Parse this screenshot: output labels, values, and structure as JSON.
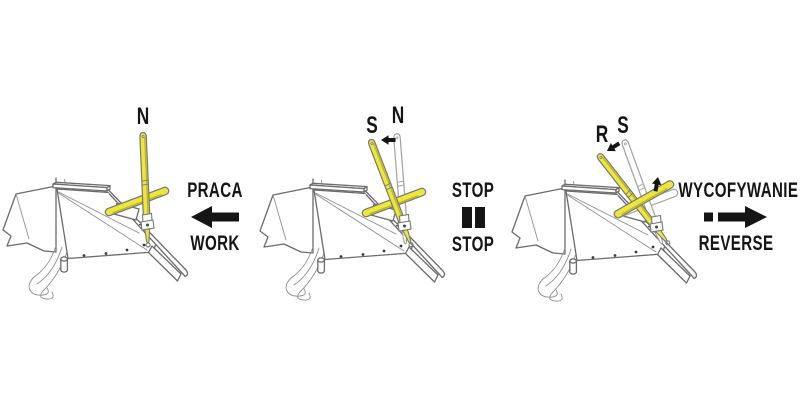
{
  "panels": [
    {
      "id": "work",
      "lever_positions": [
        {
          "label": "N",
          "state": "engaged"
        }
      ],
      "caption": {
        "top": "PRACA",
        "bottom": "WORK"
      },
      "direction_icon": "arrow-left"
    },
    {
      "id": "stop",
      "lever_positions": [
        {
          "label": "S",
          "state": "engaged"
        },
        {
          "label": "N",
          "state": "previous"
        }
      ],
      "caption": {
        "top": "STOP",
        "bottom": "STOP"
      },
      "direction_icon": "pause"
    },
    {
      "id": "reverse",
      "lever_positions": [
        {
          "label": "R",
          "state": "engaged"
        },
        {
          "label": "S",
          "state": "previous"
        }
      ],
      "caption": {
        "top": "WYCOFYWANIE",
        "bottom": "REVERSE"
      },
      "direction_icon": "arrow-right-dashed"
    }
  ],
  "colors": {
    "lever_fill": "#EDE73B",
    "lever_shade": "#BDB62B",
    "machine_outline": "#6B6B6B",
    "ghost_outline": "#A0A0A0",
    "ink": "#151515",
    "background": "#FFFFFF"
  }
}
